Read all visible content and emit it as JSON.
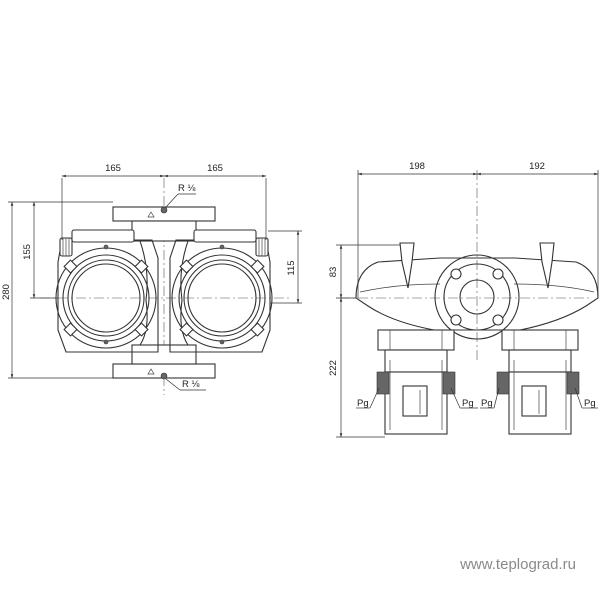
{
  "front_view": {
    "width_left": "165",
    "width_right": "165",
    "height_total": "280",
    "height_upper": "155",
    "height_right": "115",
    "thread_top": "R ⅛",
    "thread_bottom": "R ⅛"
  },
  "side_view": {
    "width_left": "198",
    "width_right": "192",
    "height_upper": "83",
    "height_lower": "222",
    "gland_labels": [
      "Pg",
      "Pg",
      "Pg",
      "Pg"
    ]
  },
  "watermark": "www.teplograd.ru"
}
